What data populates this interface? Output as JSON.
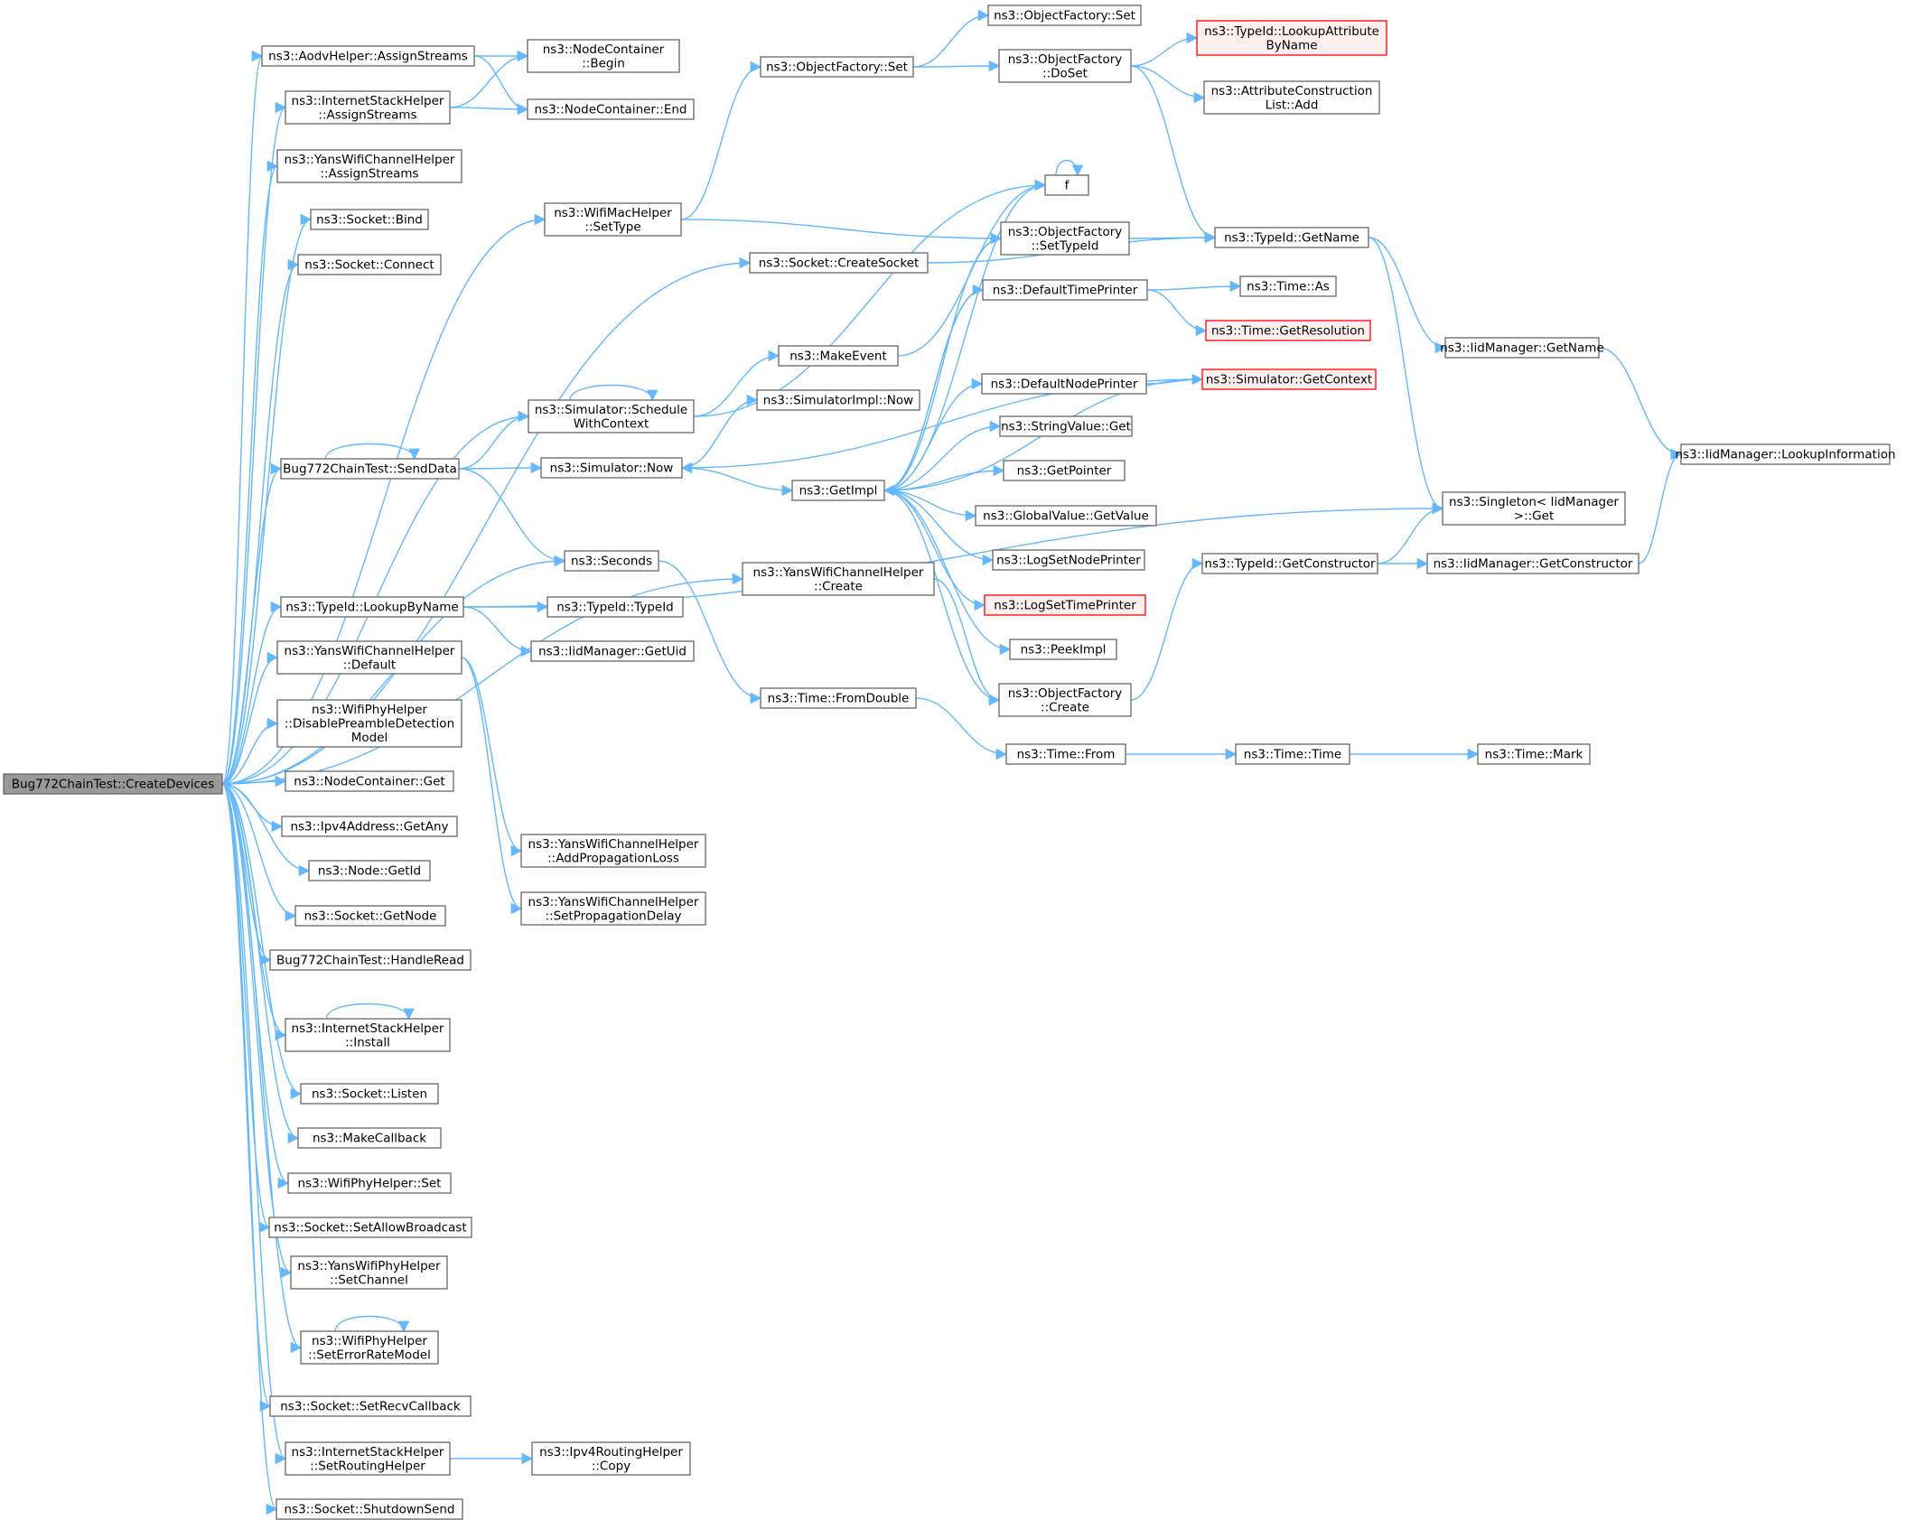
{
  "colors": {
    "edge": "#63b8ff",
    "node_border": "#666666",
    "node_fill": "#ffffff",
    "root_fill": "#999999",
    "root_border": "#666666",
    "red_border": "#ff0000",
    "red_fill": "#fff0f0",
    "text": "#000000"
  },
  "nodes": [
    {
      "id": "root",
      "lines": [
        "Bug772ChainTest::CreateDevices"
      ],
      "style": "root"
    },
    {
      "id": "aodv",
      "lines": [
        "ns3::AodvHelper::AssignStreams"
      ]
    },
    {
      "id": "ish_as",
      "lines": [
        "ns3::InternetStackHelper",
        "::AssignStreams"
      ]
    },
    {
      "id": "ywch_as",
      "lines": [
        "ns3::YansWifiChannelHelper",
        "::AssignStreams"
      ]
    },
    {
      "id": "sock_bind",
      "lines": [
        "ns3::Socket::Bind"
      ]
    },
    {
      "id": "sock_connect",
      "lines": [
        "ns3::Socket::Connect"
      ]
    },
    {
      "id": "sendData",
      "lines": [
        "Bug772ChainTest::SendData"
      ]
    },
    {
      "id": "tid_lookup",
      "lines": [
        "ns3::TypeId::LookupByName"
      ]
    },
    {
      "id": "ywch_default",
      "lines": [
        "ns3::YansWifiChannelHelper",
        "::Default"
      ]
    },
    {
      "id": "wphy_dpdm",
      "lines": [
        "ns3::WifiPhyHelper",
        "::DisablePreambleDetection",
        "Model"
      ]
    },
    {
      "id": "nc_get",
      "lines": [
        "ns3::NodeContainer::Get"
      ]
    },
    {
      "id": "ipv4_any",
      "lines": [
        "ns3::Ipv4Address::GetAny"
      ]
    },
    {
      "id": "node_getid",
      "lines": [
        "ns3::Node::GetId"
      ]
    },
    {
      "id": "sock_getnode",
      "lines": [
        "ns3::Socket::GetNode"
      ]
    },
    {
      "id": "handleRead",
      "lines": [
        "Bug772ChainTest::HandleRead"
      ]
    },
    {
      "id": "ish_install",
      "lines": [
        "ns3::InternetStackHelper",
        "::Install"
      ]
    },
    {
      "id": "sock_listen",
      "lines": [
        "ns3::Socket::Listen"
      ]
    },
    {
      "id": "makeCallback",
      "lines": [
        "ns3::MakeCallback"
      ]
    },
    {
      "id": "wphy_set",
      "lines": [
        "ns3::WifiPhyHelper::Set"
      ]
    },
    {
      "id": "sock_allowbc",
      "lines": [
        "ns3::Socket::SetAllowBroadcast"
      ]
    },
    {
      "id": "ywph_setch",
      "lines": [
        "ns3::YansWifiPhyHelper",
        "::SetChannel"
      ]
    },
    {
      "id": "wphy_serm",
      "lines": [
        "ns3::WifiPhyHelper",
        "::SetErrorRateModel"
      ]
    },
    {
      "id": "sock_recvcb",
      "lines": [
        "ns3::Socket::SetRecvCallback"
      ]
    },
    {
      "id": "ish_setrh",
      "lines": [
        "ns3::InternetStackHelper",
        "::SetRoutingHelper"
      ]
    },
    {
      "id": "sock_shutdown",
      "lines": [
        "ns3::Socket::ShutdownSend"
      ]
    },
    {
      "id": "nc_begin",
      "lines": [
        "ns3::NodeContainer",
        "::Begin"
      ]
    },
    {
      "id": "nc_end",
      "lines": [
        "ns3::NodeContainer::End"
      ]
    },
    {
      "id": "wmh_settype",
      "lines": [
        "ns3::WifiMacHelper",
        "::SetType"
      ]
    },
    {
      "id": "sock_create",
      "lines": [
        "ns3::Socket::CreateSocket"
      ]
    },
    {
      "id": "sim_swc",
      "lines": [
        "ns3::Simulator::Schedule",
        "WithContext"
      ]
    },
    {
      "id": "sim_now",
      "lines": [
        "ns3::Simulator::Now"
      ]
    },
    {
      "id": "seconds",
      "lines": [
        "ns3::Seconds"
      ]
    },
    {
      "id": "tid_typeid",
      "lines": [
        "ns3::TypeId::TypeId"
      ]
    },
    {
      "id": "iid_getuid",
      "lines": [
        "ns3::IidManager::GetUid"
      ]
    },
    {
      "id": "ywch_addpl",
      "lines": [
        "ns3::YansWifiChannelHelper",
        "::AddPropagationLoss"
      ]
    },
    {
      "id": "ywch_setpd",
      "lines": [
        "ns3::YansWifiChannelHelper",
        "::SetPropagationDelay"
      ]
    },
    {
      "id": "ipv4rh_copy",
      "lines": [
        "ns3::Ipv4RoutingHelper",
        "::Copy"
      ]
    },
    {
      "id": "of_set",
      "lines": [
        "ns3::ObjectFactory::Set"
      ]
    },
    {
      "id": "makeEvent",
      "lines": [
        "ns3::MakeEvent"
      ]
    },
    {
      "id": "simimpl_now",
      "lines": [
        "ns3::SimulatorImpl::Now"
      ]
    },
    {
      "id": "getImpl",
      "lines": [
        "ns3::GetImpl"
      ]
    },
    {
      "id": "ywch_create",
      "lines": [
        "ns3::YansWifiChannelHelper",
        "::Create"
      ]
    },
    {
      "id": "time_fromdouble",
      "lines": [
        "ns3::Time::FromDouble"
      ]
    },
    {
      "id": "of_set2",
      "lines": [
        "ns3::ObjectFactory::Set"
      ]
    },
    {
      "id": "of_doset",
      "lines": [
        "ns3::ObjectFactory",
        "::DoSet"
      ]
    },
    {
      "id": "f",
      "lines": [
        "f"
      ]
    },
    {
      "id": "of_settypeid",
      "lines": [
        "ns3::ObjectFactory",
        "::SetTypeId"
      ]
    },
    {
      "id": "dtp",
      "lines": [
        "ns3::DefaultTimePrinter"
      ]
    },
    {
      "id": "dnp",
      "lines": [
        "ns3::DefaultNodePrinter"
      ]
    },
    {
      "id": "sv_get",
      "lines": [
        "ns3::StringValue::Get"
      ]
    },
    {
      "id": "getPointer",
      "lines": [
        "ns3::GetPointer"
      ]
    },
    {
      "id": "gv_getvalue",
      "lines": [
        "ns3::GlobalValue::GetValue"
      ]
    },
    {
      "id": "logsetnode",
      "lines": [
        "ns3::LogSetNodePrinter"
      ]
    },
    {
      "id": "logsettime",
      "lines": [
        "ns3::LogSetTimePrinter"
      ],
      "style": "red"
    },
    {
      "id": "peekImpl",
      "lines": [
        "ns3::PeekImpl"
      ]
    },
    {
      "id": "of_create",
      "lines": [
        "ns3::ObjectFactory",
        "::Create"
      ]
    },
    {
      "id": "time_from",
      "lines": [
        "ns3::Time::From"
      ]
    },
    {
      "id": "tid_lab",
      "lines": [
        "ns3::TypeId::LookupAttribute",
        "ByName"
      ],
      "style": "red"
    },
    {
      "id": "acl_add",
      "lines": [
        "ns3::AttributeConstruction",
        "List::Add"
      ]
    },
    {
      "id": "tid_getname",
      "lines": [
        "ns3::TypeId::GetName"
      ]
    },
    {
      "id": "time_as",
      "lines": [
        "ns3::Time::As"
      ]
    },
    {
      "id": "time_getres",
      "lines": [
        "ns3::Time::GetResolution"
      ],
      "style": "red"
    },
    {
      "id": "sim_getctx",
      "lines": [
        "ns3::Simulator::GetContext"
      ],
      "style": "red"
    },
    {
      "id": "tid_getctor",
      "lines": [
        "ns3::TypeId::GetConstructor"
      ]
    },
    {
      "id": "time_time",
      "lines": [
        "ns3::Time::Time"
      ]
    },
    {
      "id": "iid_getname",
      "lines": [
        "ns3::IidManager::GetName"
      ]
    },
    {
      "id": "singleton",
      "lines": [
        "ns3::Singleton< IidManager",
        " >::Get"
      ]
    },
    {
      "id": "iid_getctor",
      "lines": [
        "ns3::IidManager::GetConstructor"
      ]
    },
    {
      "id": "time_mark",
      "lines": [
        "ns3::Time::Mark"
      ]
    },
    {
      "id": "iid_lookupinfo",
      "lines": [
        "ns3::IidManager::LookupInformation"
      ]
    }
  ],
  "edges": [
    [
      "root",
      "aodv"
    ],
    [
      "root",
      "ish_as"
    ],
    [
      "root",
      "ywch_as"
    ],
    [
      "root",
      "sock_bind"
    ],
    [
      "root",
      "sock_connect"
    ],
    [
      "root",
      "wmh_settype"
    ],
    [
      "root",
      "sock_create"
    ],
    [
      "root",
      "sim_swc"
    ],
    [
      "root",
      "sendData"
    ],
    [
      "root",
      "ywch_create"
    ],
    [
      "root",
      "seconds"
    ],
    [
      "root",
      "tid_lookup"
    ],
    [
      "root",
      "ywch_default"
    ],
    [
      "root",
      "wphy_dpdm"
    ],
    [
      "root",
      "nc_get"
    ],
    [
      "root",
      "ipv4_any"
    ],
    [
      "root",
      "node_getid"
    ],
    [
      "root",
      "sock_getnode"
    ],
    [
      "root",
      "handleRead"
    ],
    [
      "root",
      "ish_install"
    ],
    [
      "root",
      "sock_listen"
    ],
    [
      "root",
      "makeCallback"
    ],
    [
      "root",
      "wphy_set"
    ],
    [
      "root",
      "sock_allowbc"
    ],
    [
      "root",
      "ywph_setch"
    ],
    [
      "root",
      "wphy_serm"
    ],
    [
      "root",
      "sock_recvcb"
    ],
    [
      "root",
      "ish_setrh"
    ],
    [
      "root",
      "sock_shutdown"
    ],
    [
      "aodv",
      "nc_begin"
    ],
    [
      "aodv",
      "nc_end"
    ],
    [
      "ish_as",
      "nc_begin"
    ],
    [
      "ish_as",
      "nc_end"
    ],
    [
      "wmh_settype",
      "of_set"
    ],
    [
      "wmh_settype",
      "of_settypeid"
    ],
    [
      "sock_create",
      "tid_getname"
    ],
    [
      "sim_swc",
      "makeEvent"
    ],
    [
      "sim_swc",
      "f"
    ],
    [
      "sim_swc",
      "sim_swc"
    ],
    [
      "sendData",
      "sim_swc"
    ],
    [
      "sendData",
      "sim_now"
    ],
    [
      "sendData",
      "seconds"
    ],
    [
      "sendData",
      "sendData"
    ],
    [
      "sim_now",
      "simimpl_now"
    ],
    [
      "sim_now",
      "getImpl"
    ],
    [
      "seconds",
      "time_fromdouble"
    ],
    [
      "tid_lookup",
      "tid_typeid"
    ],
    [
      "tid_lookup",
      "iid_getuid"
    ],
    [
      "tid_lookup",
      "singleton"
    ],
    [
      "ywch_default",
      "ywch_addpl"
    ],
    [
      "ywch_default",
      "ywch_setpd"
    ],
    [
      "ish_install",
      "ish_install"
    ],
    [
      "wphy_serm",
      "wphy_serm"
    ],
    [
      "ish_setrh",
      "ipv4rh_copy"
    ],
    [
      "of_set",
      "of_set2"
    ],
    [
      "of_set",
      "of_doset"
    ],
    [
      "makeEvent",
      "f"
    ],
    [
      "ywch_create",
      "of_create"
    ],
    [
      "time_fromdouble",
      "time_from"
    ],
    [
      "getImpl",
      "of_settypeid"
    ],
    [
      "getImpl",
      "f"
    ],
    [
      "getImpl",
      "dtp"
    ],
    [
      "getImpl",
      "dnp"
    ],
    [
      "getImpl",
      "sv_get"
    ],
    [
      "getImpl",
      "getPointer"
    ],
    [
      "getImpl",
      "gv_getvalue"
    ],
    [
      "getImpl",
      "logsetnode"
    ],
    [
      "getImpl",
      "logsettime"
    ],
    [
      "getImpl",
      "peekImpl"
    ],
    [
      "getImpl",
      "of_create"
    ],
    [
      "of_doset",
      "tid_lab"
    ],
    [
      "of_doset",
      "acl_add"
    ],
    [
      "of_doset",
      "tid_getname"
    ],
    [
      "f",
      "f"
    ],
    [
      "of_settypeid",
      "tid_getname"
    ],
    [
      "dtp",
      "time_as"
    ],
    [
      "dtp",
      "time_getres"
    ],
    [
      "dtp",
      "getImpl"
    ],
    [
      "dnp",
      "sim_getctx"
    ],
    [
      "sim_getctx",
      "sim_now"
    ],
    [
      "sim_getctx",
      "getImpl"
    ],
    [
      "of_create",
      "tid_getctor"
    ],
    [
      "time_from",
      "time_time"
    ],
    [
      "tid_getname",
      "iid_getname"
    ],
    [
      "tid_getname",
      "singleton"
    ],
    [
      "tid_getctor",
      "singleton"
    ],
    [
      "tid_getctor",
      "iid_getctor"
    ],
    [
      "iid_getname",
      "iid_lookupinfo"
    ],
    [
      "iid_getctor",
      "iid_lookupinfo"
    ],
    [
      "time_time",
      "time_mark"
    ]
  ]
}
